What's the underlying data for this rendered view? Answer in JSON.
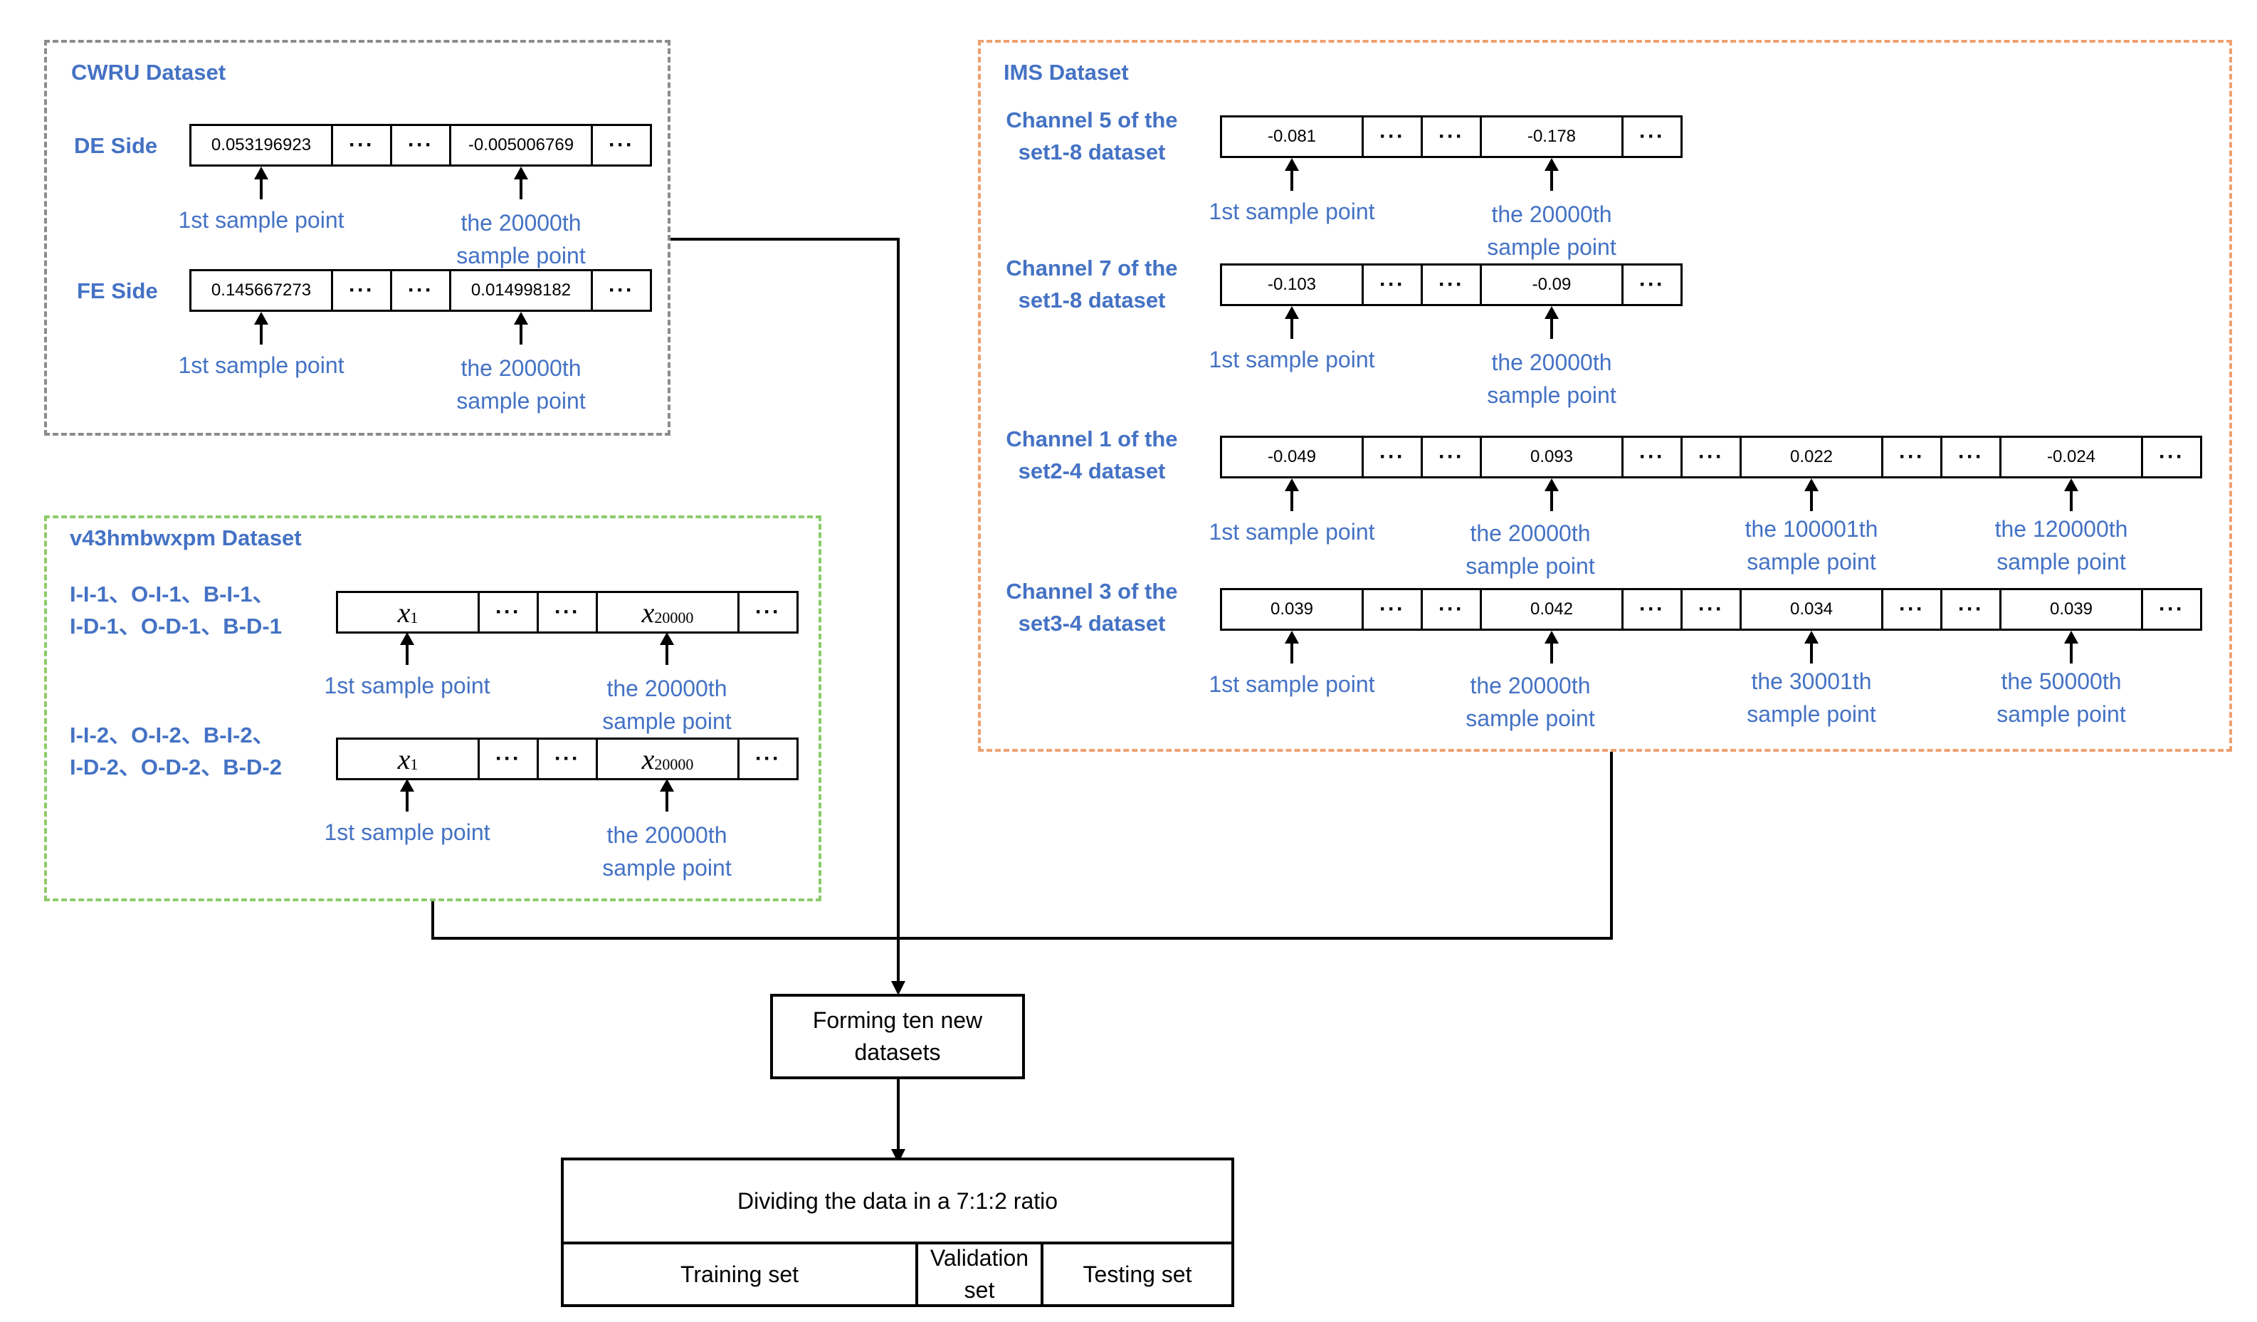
{
  "cwru": {
    "title": "CWRU Dataset",
    "de_label": "DE Side",
    "fe_label": "FE Side",
    "de_first": "0.053196923",
    "de_last": "-0.005006769",
    "fe_first": "0.145667273",
    "fe_last": "0.014998182",
    "dots": "···",
    "cap_first": "1st sample point",
    "cap_20000": "the 20000th\nsample point"
  },
  "v43": {
    "title": "v43hmbwxpm Dataset",
    "row1_label": "I-I-1、O-I-1、B-I-1、\nI-D-1、O-D-1、B-D-1",
    "row2_label": "I-I-2、O-I-2、B-I-2、\nI-D-2、O-D-2、B-D-2",
    "x1": "x",
    "x1_sub": "1",
    "x20000": "x",
    "x20000_sub": "20000",
    "cap_first": "1st sample point",
    "cap_20000": "the 20000th\nsample point"
  },
  "ims": {
    "title": "IMS Dataset",
    "row1_label": "Channel 5 of the\nset1-8 dataset",
    "row2_label": "Channel 7 of the\nset1-8 dataset",
    "row3_label": "Channel 1 of the\nset2-4 dataset",
    "row4_label": "Channel 3 of the\nset3-4 dataset",
    "row1_vals": [
      "-0.081",
      "-0.178"
    ],
    "row2_vals": [
      "-0.103",
      "-0.09"
    ],
    "row3_vals": [
      "-0.049",
      "0.093",
      "0.022",
      "-0.024"
    ],
    "row4_vals": [
      "0.039",
      "0.042",
      "0.034",
      "0.039"
    ],
    "cap_first": "1st sample point",
    "cap_20000": "the 20000th\nsample point",
    "cap_100001": "the 100001th\nsample point",
    "cap_120000": "the 120000th\nsample point",
    "cap_30001": "the 30001th\nsample point",
    "cap_50000": "the 50000th\nsample point"
  },
  "flow": {
    "forming": "Forming ten new\ndatasets",
    "dividing": "Dividing the data in a 7:1:2 ratio",
    "training": "Training set",
    "validation": "Validation\nset",
    "testing": "Testing set"
  }
}
